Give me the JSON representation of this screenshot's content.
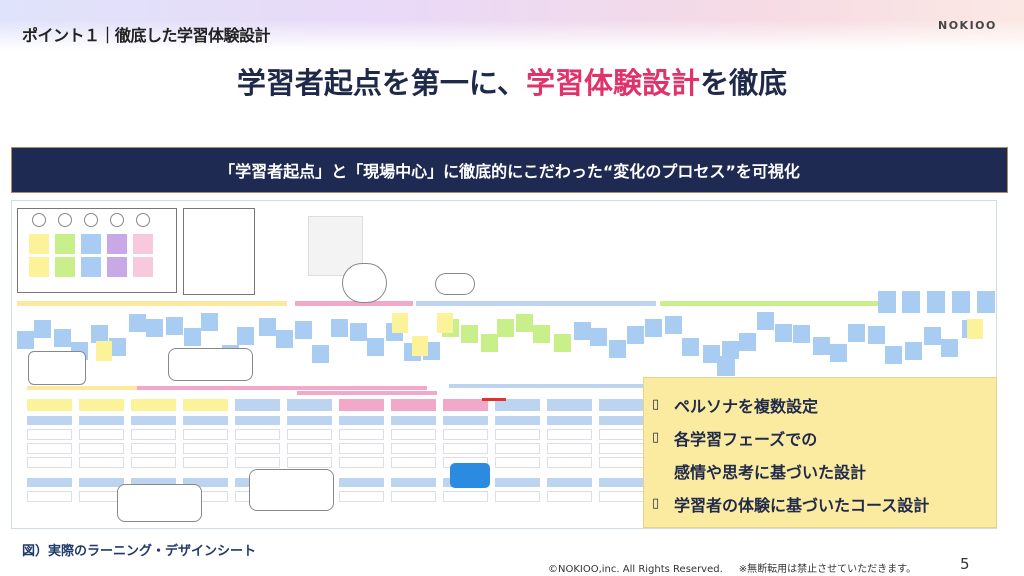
{
  "header": {
    "point_title": "ポイント１｜徹底した学習体験設計",
    "logo": "NOKIOO"
  },
  "headline": {
    "part1": "学習者起点を第一に、",
    "highlight": "学習体験設計",
    "part2": "を徹底"
  },
  "banner": "「学習者起点」と「現場中心」に徹底的にこだわった“変化のプロセス”を可視化",
  "callout": {
    "bullet": "▯",
    "items": [
      "ペルソナを複数設定",
      "各学習フェーズでの",
      "感情や思考に基づいた設計",
      "学習者の体験に基づいたコース設計"
    ]
  },
  "caption": "図）実際のラーニング・デザインシート",
  "footer": {
    "copyright": "©NOKIOO,inc. All Rights Reserved.",
    "notice": "※無断転用は禁止させていただきます。",
    "page": "5"
  },
  "colors": {
    "navy": "#1e2a52",
    "accent": "#e0336a",
    "callout_bg": "#fbeba0"
  }
}
